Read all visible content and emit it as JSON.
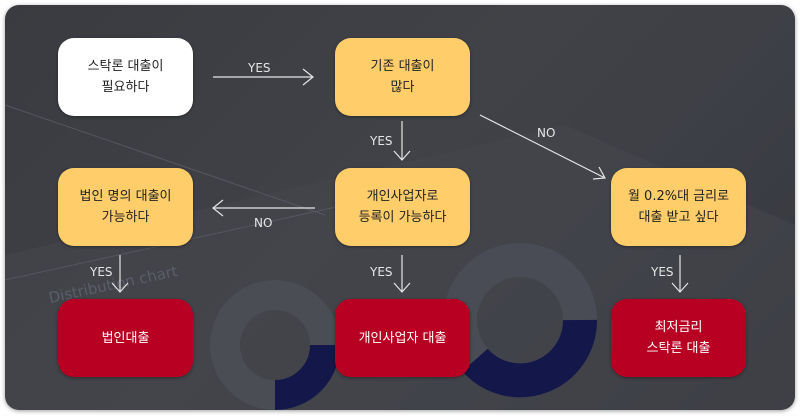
{
  "nodes": {
    "start": [
      "스탁론 대출이",
      "필요하다"
    ],
    "existing_loan": [
      "기존 대출이",
      "많다"
    ],
    "corporate_possible": [
      "법인 명의 대출이",
      "가능하다"
    ],
    "sole_prop_possible": [
      "개인사업자로",
      "등록이 가능하다"
    ],
    "low_rate": [
      "월 0.2%대 금리로",
      "대출 받고 싶다"
    ],
    "corporate_loan": [
      "법인대출"
    ],
    "sole_prop_loan": [
      "개인사업자 대출"
    ],
    "lowest_rate_loan": [
      "최저금리",
      "스탁론 대출"
    ]
  },
  "edge_labels": {
    "start_to_existing": "YES",
    "existing_to_sole": "YES",
    "existing_to_lowrate": "NO",
    "sole_to_corporate": "NO",
    "corporate_yes": "YES",
    "sole_yes": "YES",
    "lowrate_yes": "YES"
  },
  "colors": {
    "start": "#ffffff",
    "question": "#ffcd69",
    "result": "#b80023",
    "background": "#3a3b40"
  }
}
